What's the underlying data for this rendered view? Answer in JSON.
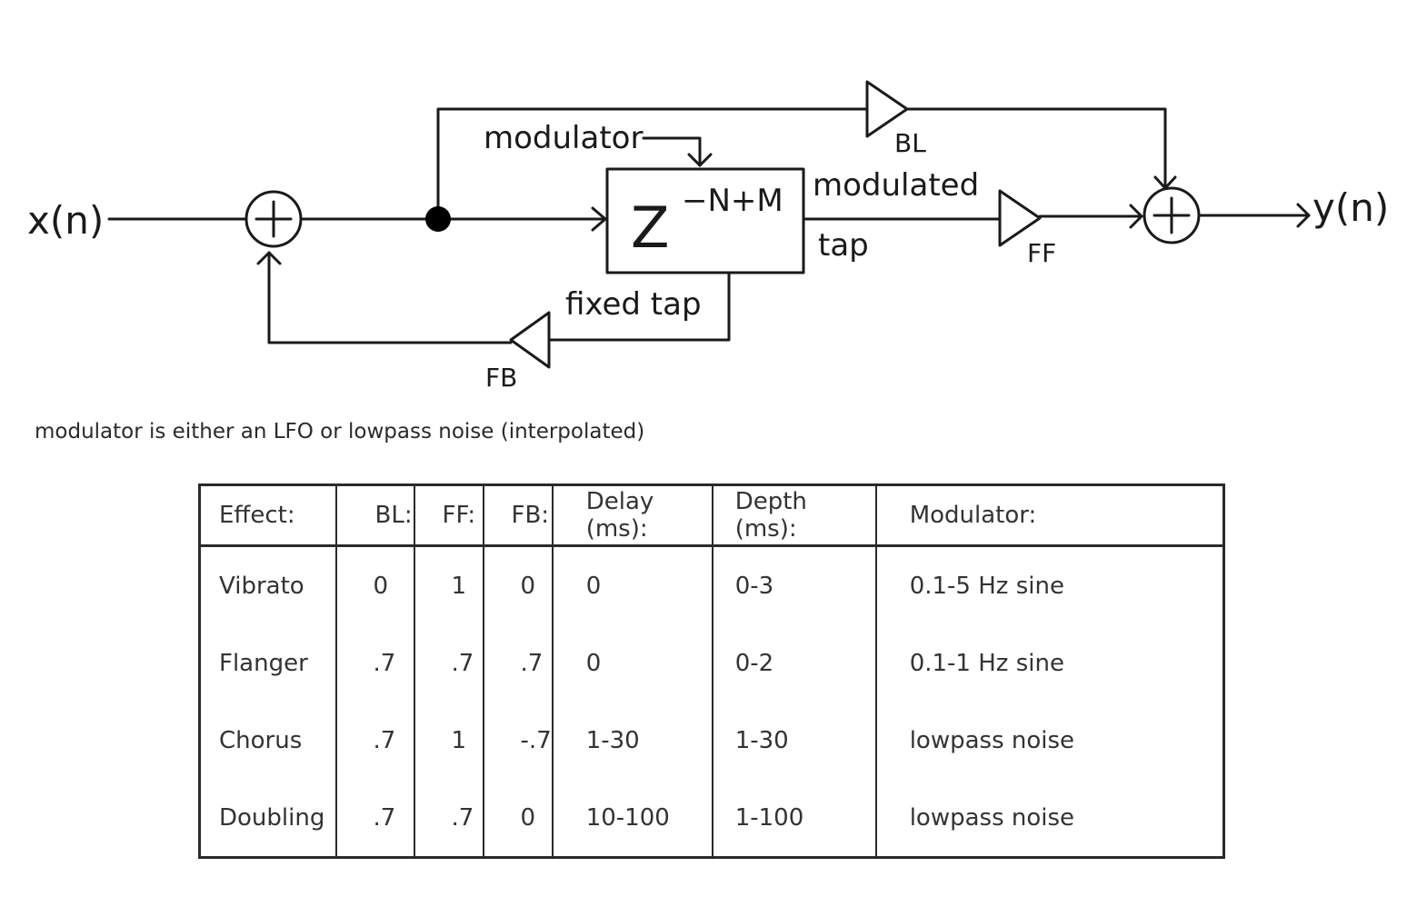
{
  "diagram": {
    "input_label": "x(n)",
    "output_label": "y(n)",
    "modulator_label": "modulator",
    "delay_base": "Z",
    "delay_exponent": "−N+M",
    "modulated_tap_line1": "modulated",
    "modulated_tap_line2": "tap",
    "fixed_tap_label": "fixed tap",
    "bl_gain_label": "BL",
    "ff_gain_label": "FF",
    "fb_gain_label": "FB",
    "summer_symbol": "+"
  },
  "caption": "modulator is either an LFO or lowpass noise  (interpolated)",
  "table": {
    "headers": [
      "Effect:",
      "BL:",
      "FF:",
      "FB:",
      "Delay (ms):",
      "Depth (ms):",
      "Modulator:"
    ],
    "rows": [
      [
        "Vibrato",
        "0",
        "1",
        "0",
        "0",
        "0-3",
        "0.1-5 Hz sine"
      ],
      [
        "Flanger",
        ".7",
        ".7",
        ".7",
        "0",
        "0-2",
        "0.1-1 Hz sine"
      ],
      [
        "Chorus",
        ".7",
        "1",
        "-.7",
        "1-30",
        "1-30",
        "lowpass noise"
      ],
      [
        "Doubling",
        ".7",
        ".7",
        "0",
        "10-100",
        "1-100",
        "lowpass noise"
      ]
    ]
  }
}
